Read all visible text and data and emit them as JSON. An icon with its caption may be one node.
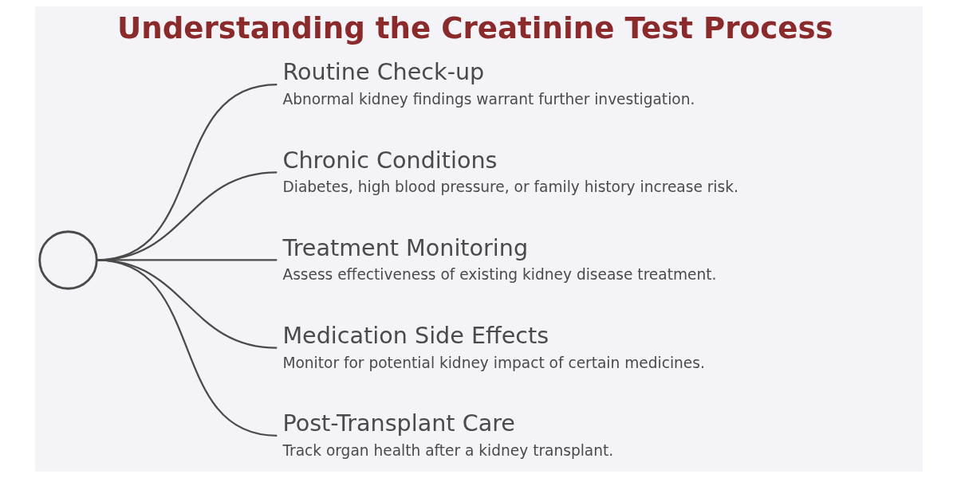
{
  "diagram": {
    "title": "Understanding the Creatinine Test Process",
    "nodes": [
      {
        "text": [],
        "shape": "picture"
      },
      {
        "text": [
          "Routine Check-up",
          "Abnormal kidney findings warrant further investigation."
        ]
      },
      {
        "text": [
          "Chronic Conditions",
          "Diabetes, high blood pressure, or family history increase risk."
        ]
      },
      {
        "text": [
          "Treatment Monitoring",
          "Assess effectiveness of existing kidney disease treatment."
        ]
      },
      {
        "text": [
          "Medication Side Effects",
          "Monitor for potential kidney impact of certain medicines."
        ]
      },
      {
        "text": [
          "Post-Transplant Care",
          "Track organ health after a kidney transplant."
        ]
      }
    ],
    "edges": [
      {
        "from": 0,
        "to": 1,
        "arrow": "none"
      },
      {
        "from": 0,
        "to": 2,
        "arrow": "none"
      },
      {
        "from": 0,
        "to": 3,
        "arrow": "none"
      },
      {
        "from": 0,
        "to": 4,
        "arrow": "none"
      },
      {
        "from": 0,
        "to": 5,
        "arrow": "none"
      }
    ]
  }
}
